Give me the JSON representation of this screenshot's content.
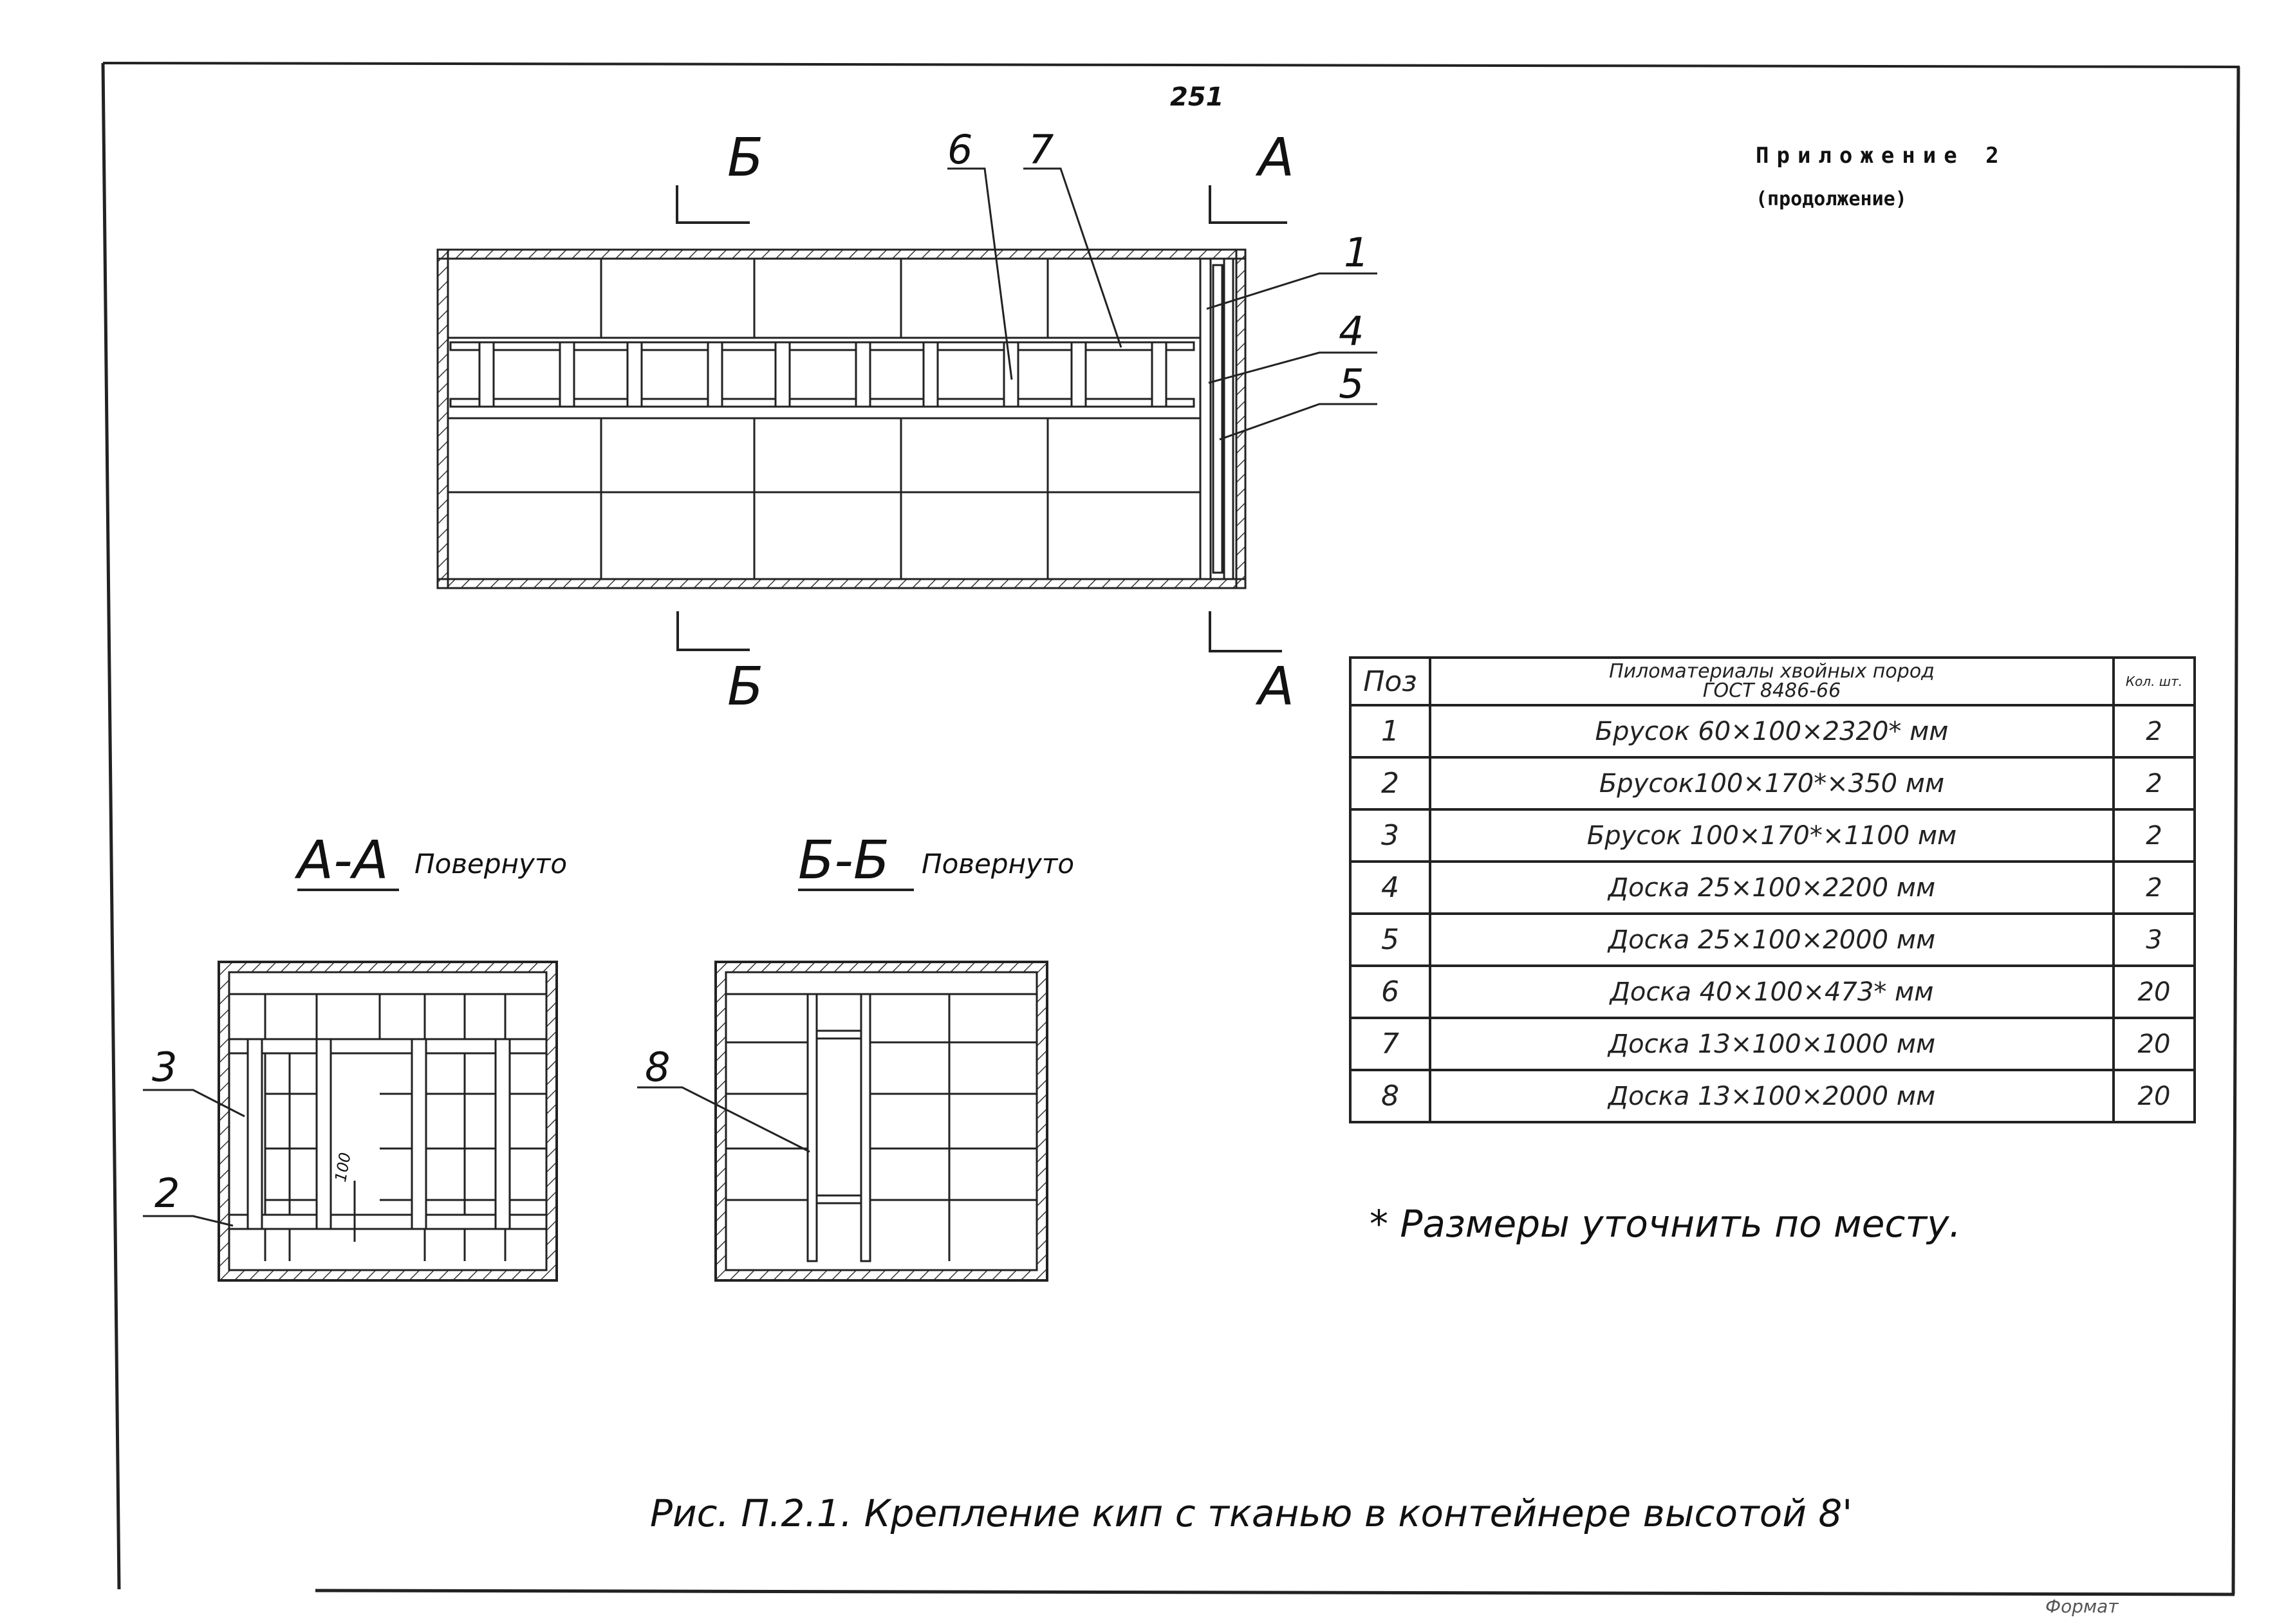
{
  "page_number": "251",
  "appendix": {
    "title": "Приложение 2",
    "subtitle": "(продолжение)"
  },
  "plan": {
    "section_mark_b": "Б",
    "section_mark_a": "А",
    "labels": [
      "1",
      "4",
      "5",
      "6",
      "7"
    ]
  },
  "sections": {
    "aa_title": "А-А",
    "aa_note": "Повернуто",
    "bb_title": "Б-Б",
    "bb_note": "Повернуто",
    "label_3": "3",
    "label_2": "2",
    "label_8": "8",
    "dim_100": "100"
  },
  "table": {
    "header": {
      "pos": "Поз",
      "name_line1": "Пиломатериалы хвойных пород",
      "name_line2": "ГОСТ 8486-66",
      "qty": "Кол. шт."
    },
    "rows": [
      {
        "pos": "1",
        "name": "Брусок 60×100×2320* мм",
        "qty": "2"
      },
      {
        "pos": "2",
        "name": "Брусок100×170*×350 мм",
        "qty": "2"
      },
      {
        "pos": "3",
        "name": "Брусок 100×170*×1100 мм",
        "qty": "2"
      },
      {
        "pos": "4",
        "name": "Доска 25×100×2200 мм",
        "qty": "2"
      },
      {
        "pos": "5",
        "name": "Доска 25×100×2000 мм",
        "qty": "3"
      },
      {
        "pos": "6",
        "name": "Доска 40×100×473* мм",
        "qty": "20"
      },
      {
        "pos": "7",
        "name": "Доска 13×100×1000 мм",
        "qty": "20"
      },
      {
        "pos": "8",
        "name": "Доска 13×100×2000 мм",
        "qty": "20"
      }
    ]
  },
  "footnote": "* Размеры уточнить по месту.",
  "caption": "Рис. П.2.1. Крепление кип с тканью в контейнере высотой 8'",
  "corner_stamp": "Формат"
}
